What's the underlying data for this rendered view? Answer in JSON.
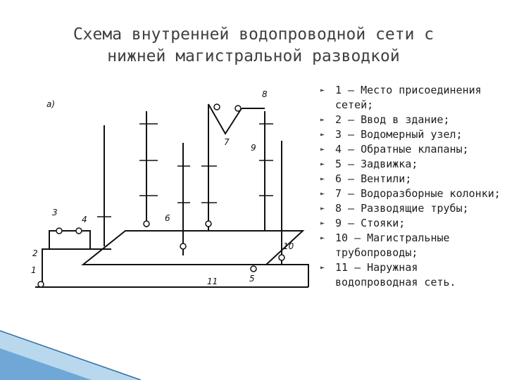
{
  "title": {
    "line1": "Схема внутренней водопроводной сети с",
    "line2": "нижней магистральной разводкой"
  },
  "diagram": {
    "panel_label": "а)",
    "callouts": [
      "1",
      "2",
      "3",
      "4",
      "5",
      "6",
      "7",
      "8",
      "9",
      "10",
      "11"
    ]
  },
  "legend": [
    "1 – Место присоединения сетей;",
    "2 – Ввод в здание;",
    "3 – Водомерный узел;",
    "4 – Обратные клапаны;",
    "5 – Задвижка;",
    "6 – Вентили;",
    "7 – Водоразборные колонки;",
    "8 – Разводящие трубы;",
    "9 – Стояки;",
    "10 – Магистральные трубопроводы;",
    "11 – Наружная водопроводная сеть."
  ],
  "colors": {
    "title": "#404040",
    "line": "#111111",
    "accent": "#6fa8d6"
  },
  "icons": {
    "bullet": "triangle-right-icon"
  }
}
